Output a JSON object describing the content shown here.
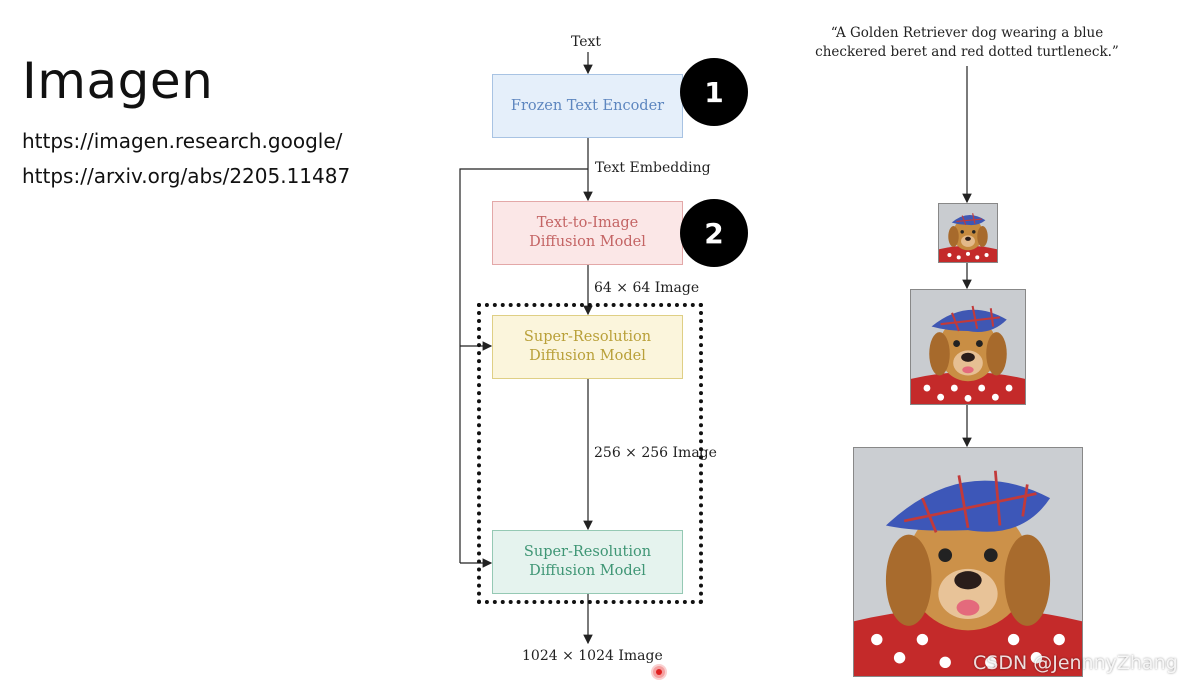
{
  "slide": {
    "title": "Imagen",
    "links": [
      "https://imagen.research.google/",
      "https://arxiv.org/abs/2205.11487"
    ]
  },
  "diagram": {
    "input_label": "Text",
    "boxes": {
      "frozen_text_encoder": "Frozen Text Encoder",
      "text_to_image": "Text-to-Image\nDiffusion Model",
      "super_resolution_1": "Super-Resolution\nDiffusion Model",
      "super_resolution_2": "Super-Resolution\nDiffusion Model"
    },
    "edge_labels": {
      "text_embedding": "Text Embedding",
      "image_64": "64 × 64 Image",
      "image_256": "256 × 256 Image",
      "image_1024": "1024 × 1024 Image"
    },
    "badges": [
      "1",
      "2"
    ]
  },
  "examples": {
    "prompt": "“A Golden Retriever dog wearing a blue checkered beret and red dotted turtleneck.”",
    "images": [
      "golden-retriever-64",
      "golden-retriever-256",
      "golden-retriever-1024"
    ]
  },
  "watermark": "CSDN @JennnyZhang",
  "colors": {
    "frozen": "#5d86bf",
    "t2i": "#c46464",
    "sr1": "#b9a039",
    "sr2": "#3f9675"
  }
}
